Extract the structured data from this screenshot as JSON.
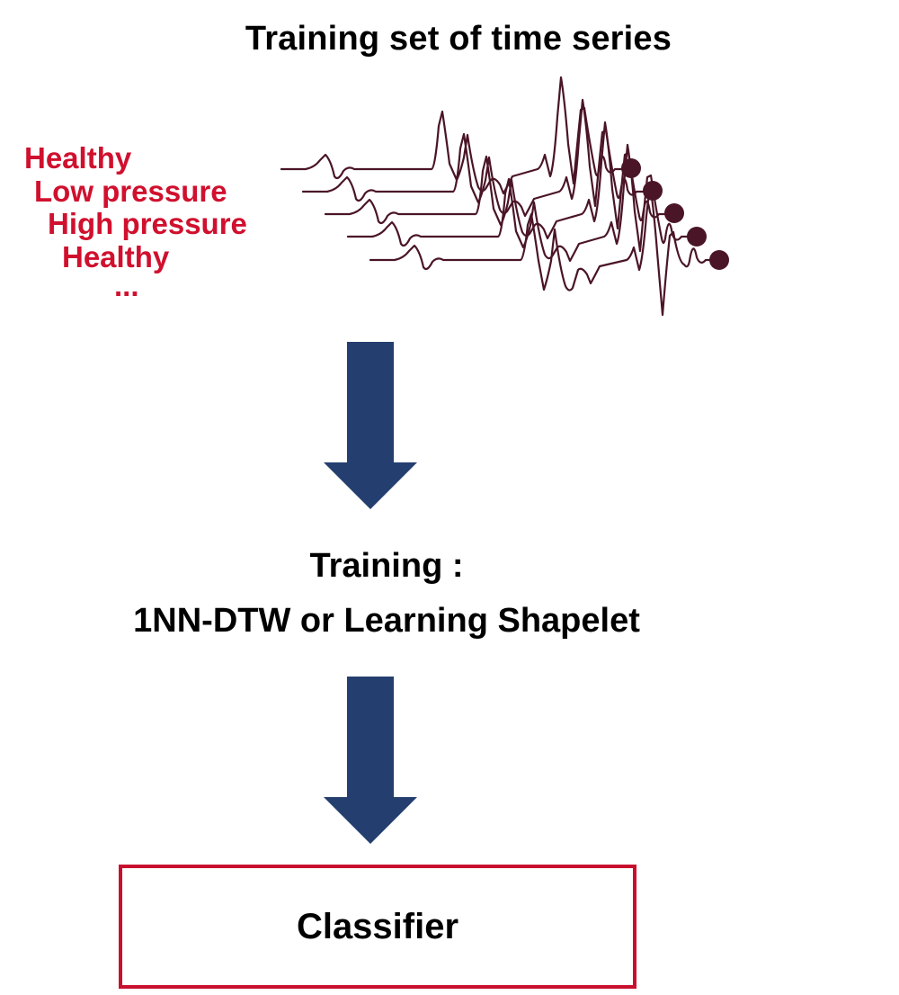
{
  "title": "Training set of time series",
  "labels": [
    "Healthy",
    "Low pressure",
    "High pressure",
    "Healthy",
    "..."
  ],
  "step": {
    "line1": "Training :",
    "line2": "1NN-DTW or Learning Shapelet"
  },
  "classifier": "Classifier",
  "colors": {
    "label": "#d0102e",
    "series": "#4a1526",
    "arrow": "#243f6f",
    "box_border": "#c8102e"
  }
}
